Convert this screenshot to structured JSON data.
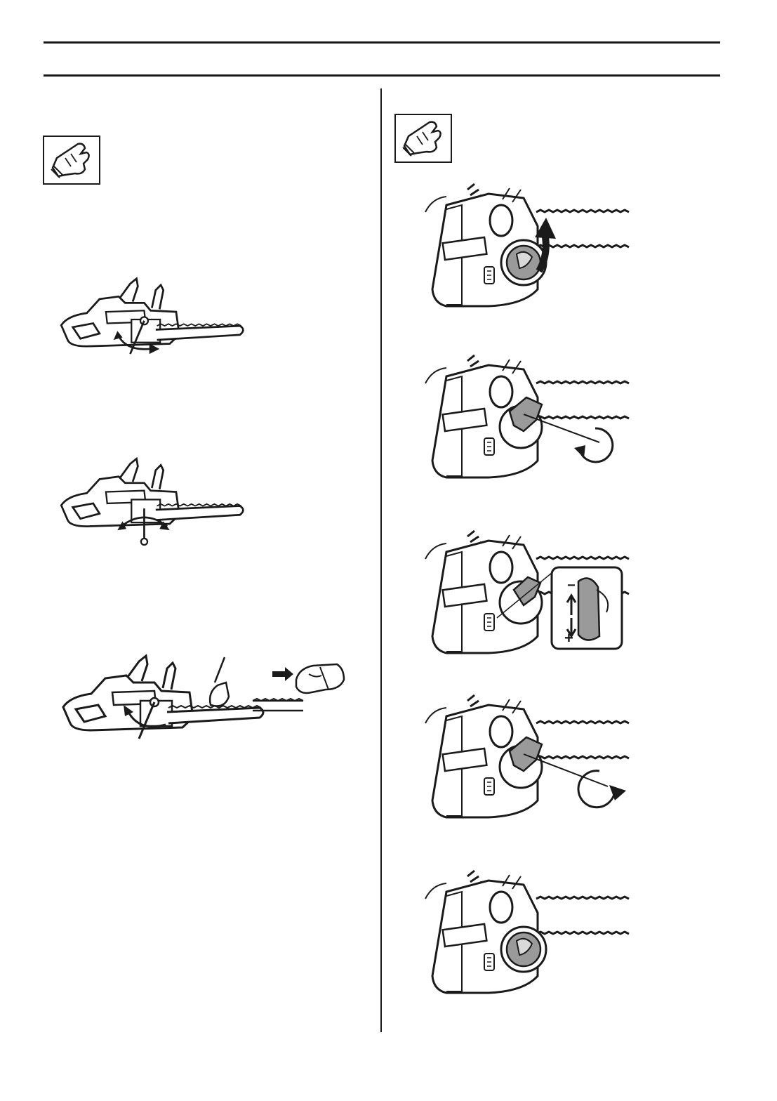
{
  "page": {
    "icons": {
      "left_symbol": "protective-glove-icon",
      "right_symbol": "protective-glove-icon"
    },
    "left_column": {
      "figures": [
        "loosen-bar-nut",
        "adjust-tension-screw",
        "tighten-bar-nut-check-chain"
      ]
    },
    "right_column": {
      "figures": [
        "lift-knob",
        "turn-knob-counterclockwise",
        "tension-wheel-detail",
        "turn-knob-clockwise",
        "fold-knob-down"
      ],
      "detail_marks": {
        "minus": "−",
        "plus": "+"
      }
    },
    "colors": {
      "ink": "#1a1a1a",
      "fill_grey": "#9a9a9a",
      "light_grey": "#d9d9d9"
    }
  }
}
